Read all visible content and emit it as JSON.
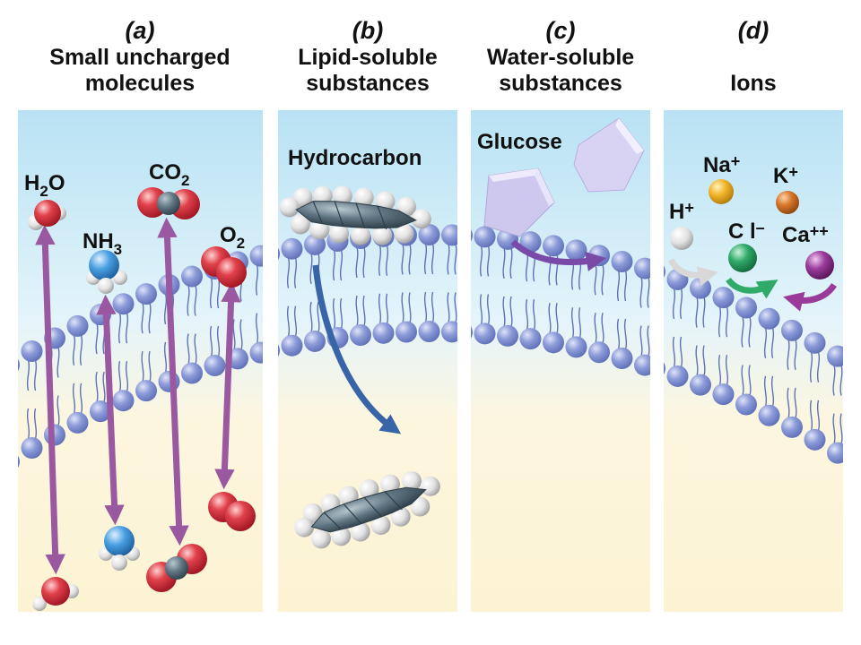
{
  "panels": [
    {
      "letter": "(a)",
      "title": "Small uncharged\nmolecules"
    },
    {
      "letter": "(b)",
      "title": "Lipid-soluble\nsubstances"
    },
    {
      "letter": "(c)",
      "title": "Water-soluble\nsubstances"
    },
    {
      "letter": "(d)",
      "title": "\nIons"
    }
  ],
  "labels": {
    "h2o": [
      "H",
      "2",
      "O"
    ],
    "nh3": [
      "NH",
      "3"
    ],
    "co2": [
      "CO",
      "2"
    ],
    "o2": [
      "O",
      "2"
    ],
    "hydrocarbon": "Hydrocarbon",
    "glucose": "Glucose",
    "na": [
      "Na",
      "+"
    ],
    "k": [
      "K",
      "+"
    ],
    "h": [
      "H",
      "+"
    ],
    "cl": [
      "C l",
      "–"
    ],
    "ca": [
      "Ca",
      "++"
    ]
  },
  "colors": {
    "water_top": "#c3e7f6",
    "lipid_bottom": "#fcf3d2",
    "head_fill": "#7f90d0",
    "tail_stroke": "#5f73b4",
    "arrow_purple": "#9a58a0",
    "arrow_blue": "#3865a8",
    "oxygen_red": "#d42f3c",
    "nitrogen_blue": "#4a9de0",
    "carbon_gray": "#5f7582",
    "glucose_lavender": "#d3cdf0",
    "na_yellow": "#f2b52a",
    "k_orange": "#d6762a",
    "h_white": "#e5e5e5",
    "cl_green": "#2faa68",
    "ca_purple": "#9a3b9a"
  }
}
